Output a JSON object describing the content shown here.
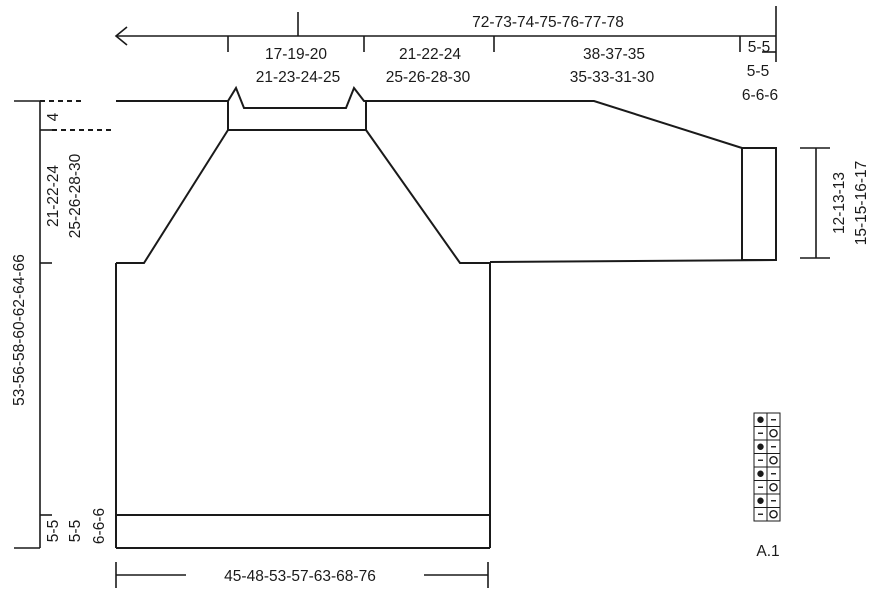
{
  "diagram": {
    "top_total_width": "72-73-74-75-76-77-78",
    "neck_width": [
      "17-19-20",
      "21-23-24-25"
    ],
    "shoulder_width": [
      "21-22-24",
      "25-26-28-30"
    ],
    "sleeve_length": [
      "38-37-35",
      "35-33-31-30"
    ],
    "cuff_edge": [
      "5-5",
      "5-5",
      "6-6-6"
    ],
    "cuff_height": [
      "12-13-13",
      "15-15-16-17"
    ],
    "neck_edge_height": "4",
    "yoke_height": [
      "21-22-24",
      "25-26-28-30"
    ],
    "total_length": "53-56-58-60-62-64-66",
    "bottom_edge_left": "5-5",
    "bottom_edge": [
      "5-5",
      "6-6-6"
    ],
    "body_width": "45-48-53-57-63-68-76",
    "chart_label": "A.1",
    "chart_rows": [
      [
        "dot",
        "dash"
      ],
      [
        "dash",
        "circle"
      ],
      [
        "dot",
        "dash"
      ],
      [
        "dash",
        "circle"
      ],
      [
        "dot",
        "dash"
      ],
      [
        "dash",
        "circle"
      ],
      [
        "dot",
        "dash"
      ],
      [
        "dash",
        "circle"
      ]
    ]
  }
}
